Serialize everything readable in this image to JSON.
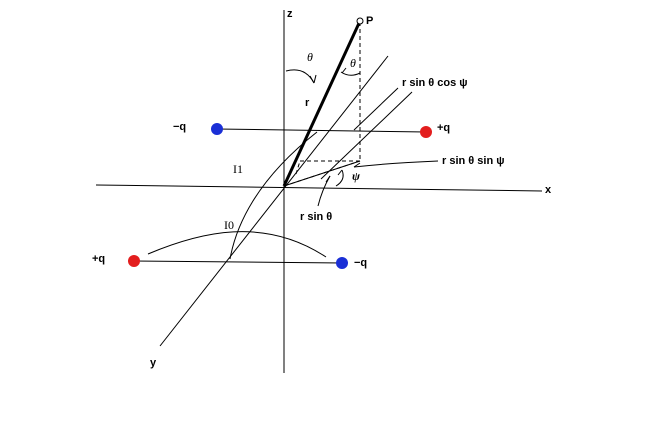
{
  "axes": {
    "x": "x",
    "y": "y",
    "z": "z"
  },
  "point": {
    "label": "P"
  },
  "labels": {
    "theta_top": "θ",
    "theta_right": "θ",
    "r": "r",
    "r_sin_cos": "r sin θ cos ψ",
    "r_sin_sin": "r sin θ sin ψ",
    "psi": "ψ",
    "r_sin": "r sin θ",
    "I1": "I1",
    "I0": "I0"
  },
  "charges": {
    "upper_left": "−q",
    "upper_right": "+q",
    "lower_left": "+q",
    "lower_right": "−q"
  },
  "colors": {
    "positive": "#e31e1e",
    "negative": "#1a2fd6",
    "line": "#000000"
  }
}
